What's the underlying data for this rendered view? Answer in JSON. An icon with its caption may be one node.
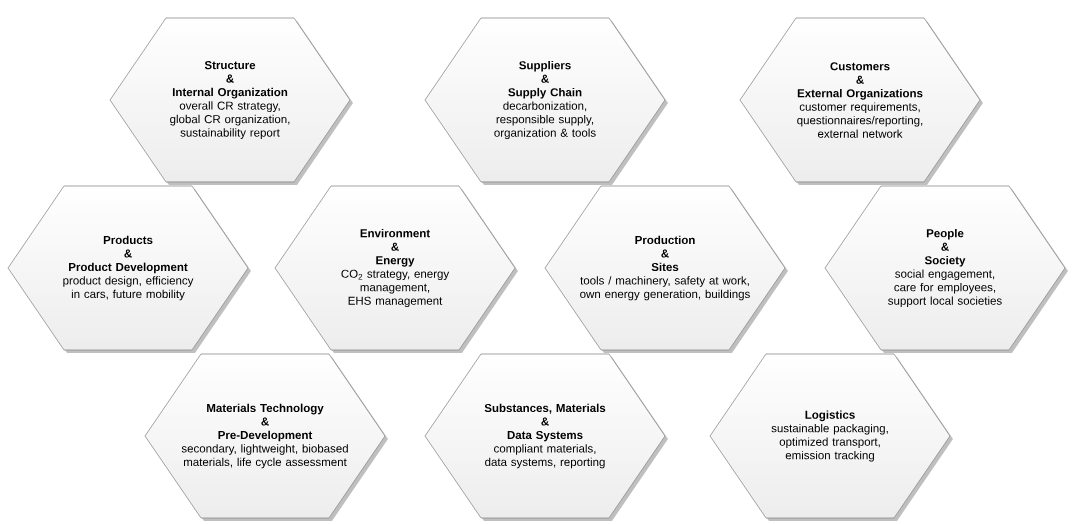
{
  "diagram": {
    "nodes": [
      {
        "text": [
          "Structure",
          "&",
          "Internal Organization",
          "overall CR strategy, global CR organization, sustainability report"
        ]
      },
      {
        "text": [
          "Suppliers",
          "&",
          "Supply Chain",
          "decarbonization, responsible supply, organization & tools"
        ]
      },
      {
        "text": [
          "Customers",
          "&",
          "External Organizations",
          "customer requirements, questionnaires/reporting, external network"
        ]
      },
      {
        "text": [
          "Products",
          "&",
          "Product Development",
          "product design, efficiency in cars, future mobility"
        ]
      },
      {
        "text": [
          "Environment",
          "&",
          "Energy",
          "CO$_{2}$ strategy, energy management, EHS management"
        ]
      },
      {
        "text": [
          "Production",
          "&",
          "Sites",
          "tools / machinery, safety at work, own energy generation, buildings"
        ]
      },
      {
        "text": [
          "People",
          "&",
          "Society",
          "social engagement, care for employees, support local societies"
        ]
      },
      {
        "text": [
          "Materials Technology",
          "&",
          "Pre-Development",
          "secondary, lightweight, biobased materials, life cycle assessment"
        ]
      },
      {
        "text": [
          "Substances, Materials",
          "&",
          "Data Systems",
          "compliant materials, data systems, reporting"
        ]
      },
      {
        "text": [
          "Logistics",
          "sustainable packaging, optimized transport, emission tracking"
        ]
      }
    ]
  }
}
